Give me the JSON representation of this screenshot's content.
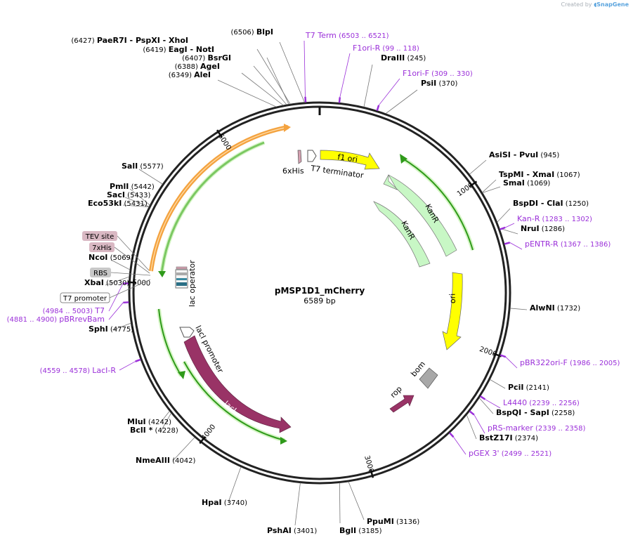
{
  "credit": {
    "prefix": "Created by",
    "brand": "SnapGene"
  },
  "plasmid": {
    "name": "pMSP1D1_mCherry",
    "length_label": "6589 bp",
    "length": 6589
  },
  "ticks": [
    {
      "pos": 1000,
      "label": "1000"
    },
    {
      "pos": 2000,
      "label": "2000"
    },
    {
      "pos": 3000,
      "label": "3000"
    },
    {
      "pos": 4000,
      "label": "4000"
    },
    {
      "pos": 5000,
      "label": "5000"
    },
    {
      "pos": 6000,
      "label": "6000"
    }
  ],
  "enzymes": [
    {
      "id": "blpi",
      "num": "(6506)",
      "name": "BlpI",
      "pos": 6506
    },
    {
      "id": "paer7i",
      "num": "(6427)",
      "name": "PaeR7I",
      "extra": "- PspXI - XhoI",
      "pos": 6427
    },
    {
      "id": "eagi",
      "num": "(6419)",
      "name": "EagI",
      "extra": "- NotI",
      "pos": 6419
    },
    {
      "id": "bsrgi",
      "num": "(6407)",
      "name": "BsrGI",
      "pos": 6407
    },
    {
      "id": "agei",
      "num": "(6388)",
      "name": "AgeI",
      "pos": 6388
    },
    {
      "id": "alei",
      "num": "(6349)",
      "name": "AleI",
      "pos": 6349
    },
    {
      "id": "draiii",
      "num": "(245)",
      "name": "DraIII",
      "pos": 245
    },
    {
      "id": "psii",
      "num": "(370)",
      "name": "PsiI",
      "pos": 370
    },
    {
      "id": "asisi",
      "num": "(945)",
      "name": "AsiSI",
      "extra": "- PvuI",
      "pos": 945
    },
    {
      "id": "tspmi",
      "num": "(1067)",
      "name": "TspMI",
      "extra": "- XmaI",
      "pos": 1067
    },
    {
      "id": "smai",
      "num": "(1069)",
      "name": "SmaI",
      "pos": 1069
    },
    {
      "id": "bspdi",
      "num": "(1250)",
      "name": "BspDI",
      "extra": "- ClaI",
      "pos": 1250
    },
    {
      "id": "nrui",
      "num": "(1286)",
      "name": "NruI",
      "pos": 1286
    },
    {
      "id": "alwni",
      "num": "(1732)",
      "name": "AlwNI",
      "pos": 1732
    },
    {
      "id": "pcii",
      "num": "(2141)",
      "name": "PciI",
      "pos": 2141
    },
    {
      "id": "bspqi",
      "num": "(2258)",
      "name": "BspQI",
      "extra": "- SapI",
      "pos": 2258
    },
    {
      "id": "bstz17i",
      "num": "(2374)",
      "name": "BstZ17I",
      "pos": 2374
    },
    {
      "id": "ppumi",
      "num": "(3136)",
      "name": "PpuMI",
      "pos": 3136
    },
    {
      "id": "bgli",
      "num": "(3185)",
      "name": "BglI",
      "pos": 3185
    },
    {
      "id": "pshai",
      "num": "(3401)",
      "name": "PshAI",
      "pos": 3401
    },
    {
      "id": "hpai",
      "num": "(3740)",
      "name": "HpaI",
      "pos": 3740
    },
    {
      "id": "nmeaiii",
      "num": "(4042)",
      "name": "NmeAIII",
      "pos": 4042
    },
    {
      "id": "mlui",
      "num": "(4242)",
      "name": "MluI",
      "pos": 4242
    },
    {
      "id": "bcli",
      "num": "(4228)",
      "name": "BclI *",
      "pos": 4228
    },
    {
      "id": "sphi",
      "num": "(4775)",
      "name": "SphI",
      "pos": 4775
    },
    {
      "id": "xbai",
      "num": "(5030)",
      "name": "XbaI",
      "pos": 5030
    },
    {
      "id": "ncoi",
      "num": "(5069)",
      "name": "NcoI",
      "pos": 5069
    },
    {
      "id": "eco53ki",
      "num": "(5431)",
      "name": "Eco53kI",
      "pos": 5431
    },
    {
      "id": "saci",
      "num": "(5433)",
      "name": "SacI",
      "pos": 5433
    },
    {
      "id": "pmli",
      "num": "(5442)",
      "name": "PmlI",
      "pos": 5442
    },
    {
      "id": "sali",
      "num": "(5577)",
      "name": "SalI",
      "pos": 5577
    }
  ],
  "primers": [
    {
      "id": "t7term",
      "name": "T7 Term",
      "range": "(6503 .. 6521)",
      "pos": 6512
    },
    {
      "id": "f1orir",
      "name": "F1ori-R",
      "range": "(99 .. 118)",
      "pos": 108
    },
    {
      "id": "f1orif",
      "name": "F1ori-F",
      "range": "(309 .. 330)",
      "pos": 320
    },
    {
      "id": "kanr",
      "name": "Kan-R",
      "range": "(1283 .. 1302)",
      "pos": 1292
    },
    {
      "id": "pentrr",
      "name": "pENTR-R",
      "range": "(1367 .. 1386)",
      "pos": 1376
    },
    {
      "id": "pbr322orif",
      "name": "pBR322ori-F",
      "range": "(1986 .. 2005)",
      "pos": 1995
    },
    {
      "id": "l4440",
      "name": "L4440",
      "range": "(2239 .. 2256)",
      "pos": 2247
    },
    {
      "id": "prsmarker",
      "name": "pRS-marker",
      "range": "(2339 .. 2358)",
      "pos": 2348
    },
    {
      "id": "pgex3",
      "name": "pGEX 3'",
      "range": "(2499 .. 2521)",
      "pos": 2510
    },
    {
      "id": "lacir",
      "name": "LacI-R",
      "range": "(4559 .. 4578)",
      "pos": 4568
    },
    {
      "id": "pbrrevbam",
      "name": "pBRrevBam",
      "range": "(4881 .. 4900)",
      "pos": 4890
    },
    {
      "id": "t7",
      "name": "T7",
      "range": "(4984 .. 5003)",
      "pos": 4993
    }
  ],
  "boxed_labels": [
    {
      "id": "tev",
      "text": "TEV site"
    },
    {
      "id": "7xhis",
      "text": "7xHis"
    },
    {
      "id": "rbs",
      "text": "RBS"
    },
    {
      "id": "t7promoter",
      "text": "T7 promoter"
    }
  ],
  "features": [
    {
      "id": "f1ori",
      "label": "f1 ori",
      "color": "#ffff00"
    },
    {
      "id": "kanr1",
      "label": "KanR",
      "color": "#c8f7c5"
    },
    {
      "id": "kanr2",
      "label": "KanR",
      "color": "#c8f7c5"
    },
    {
      "id": "ori",
      "label": "ori",
      "color": "#ffff00"
    },
    {
      "id": "bom",
      "label": "bom",
      "color": "#a8a8a8"
    },
    {
      "id": "rop",
      "label": "rop",
      "color": "#993366"
    },
    {
      "id": "laci",
      "label": "lacI",
      "color": "#993366"
    },
    {
      "id": "lacipromoter",
      "label": "lacI promoter",
      "color": "#ffffff"
    },
    {
      "id": "lacoperator",
      "label": "lac operator",
      "color": "#ffffff"
    },
    {
      "id": "t7terminator",
      "label": "T7 terminator",
      "color": "#ffffff"
    },
    {
      "id": "6xhis",
      "label": "6xHis",
      "color": "#d4a0b0"
    }
  ]
}
